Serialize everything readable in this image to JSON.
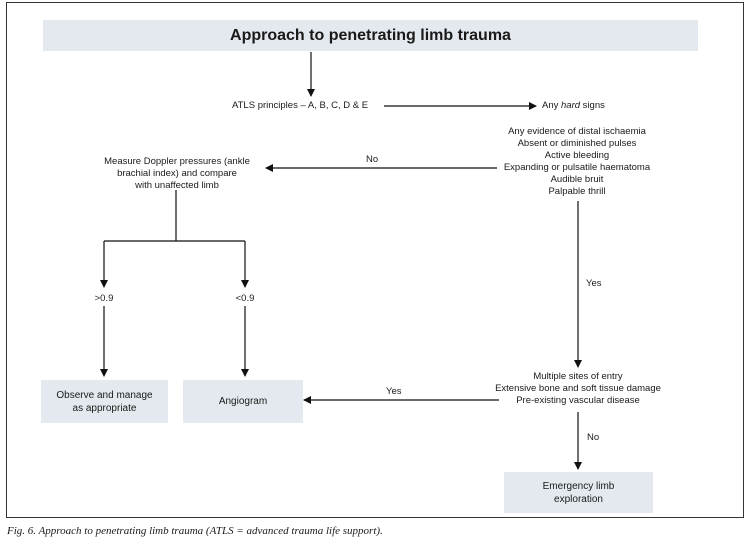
{
  "title": "Approach to penetrating limb trauma",
  "atls": "ATLS principles – A, B, C, D & E",
  "hard_signs": {
    "prefix": "Any ",
    "emph": "hard",
    "suffix": " signs"
  },
  "hard_signs_list": [
    "Any evidence of distal ischaemia",
    "Absent or diminished pulses",
    "Active bleeding",
    "Expanding or pulsatile haematoma",
    "Audible bruit",
    "Palpable thrill"
  ],
  "no_label_1": "No",
  "doppler": [
    "Measure Doppler pressures (ankle",
    "brachial index) and compare",
    "with unaffected limb"
  ],
  "gt": ">0.9",
  "lt": "<0.9",
  "yes_label_1": "Yes",
  "observe": [
    "Observe and manage",
    "as appropriate"
  ],
  "angiogram": "Angiogram",
  "yes_label_2": "Yes",
  "multiple": [
    "Multiple sites of entry",
    "Extensive bone and soft tissue damage",
    "Pre-existing vascular disease"
  ],
  "no_label_2": "No",
  "emergency": [
    "Emergency limb",
    "exploration"
  ],
  "caption": "Fig. 6. Approach to penetrating limb trauma (ATLS = advanced trauma life support)."
}
